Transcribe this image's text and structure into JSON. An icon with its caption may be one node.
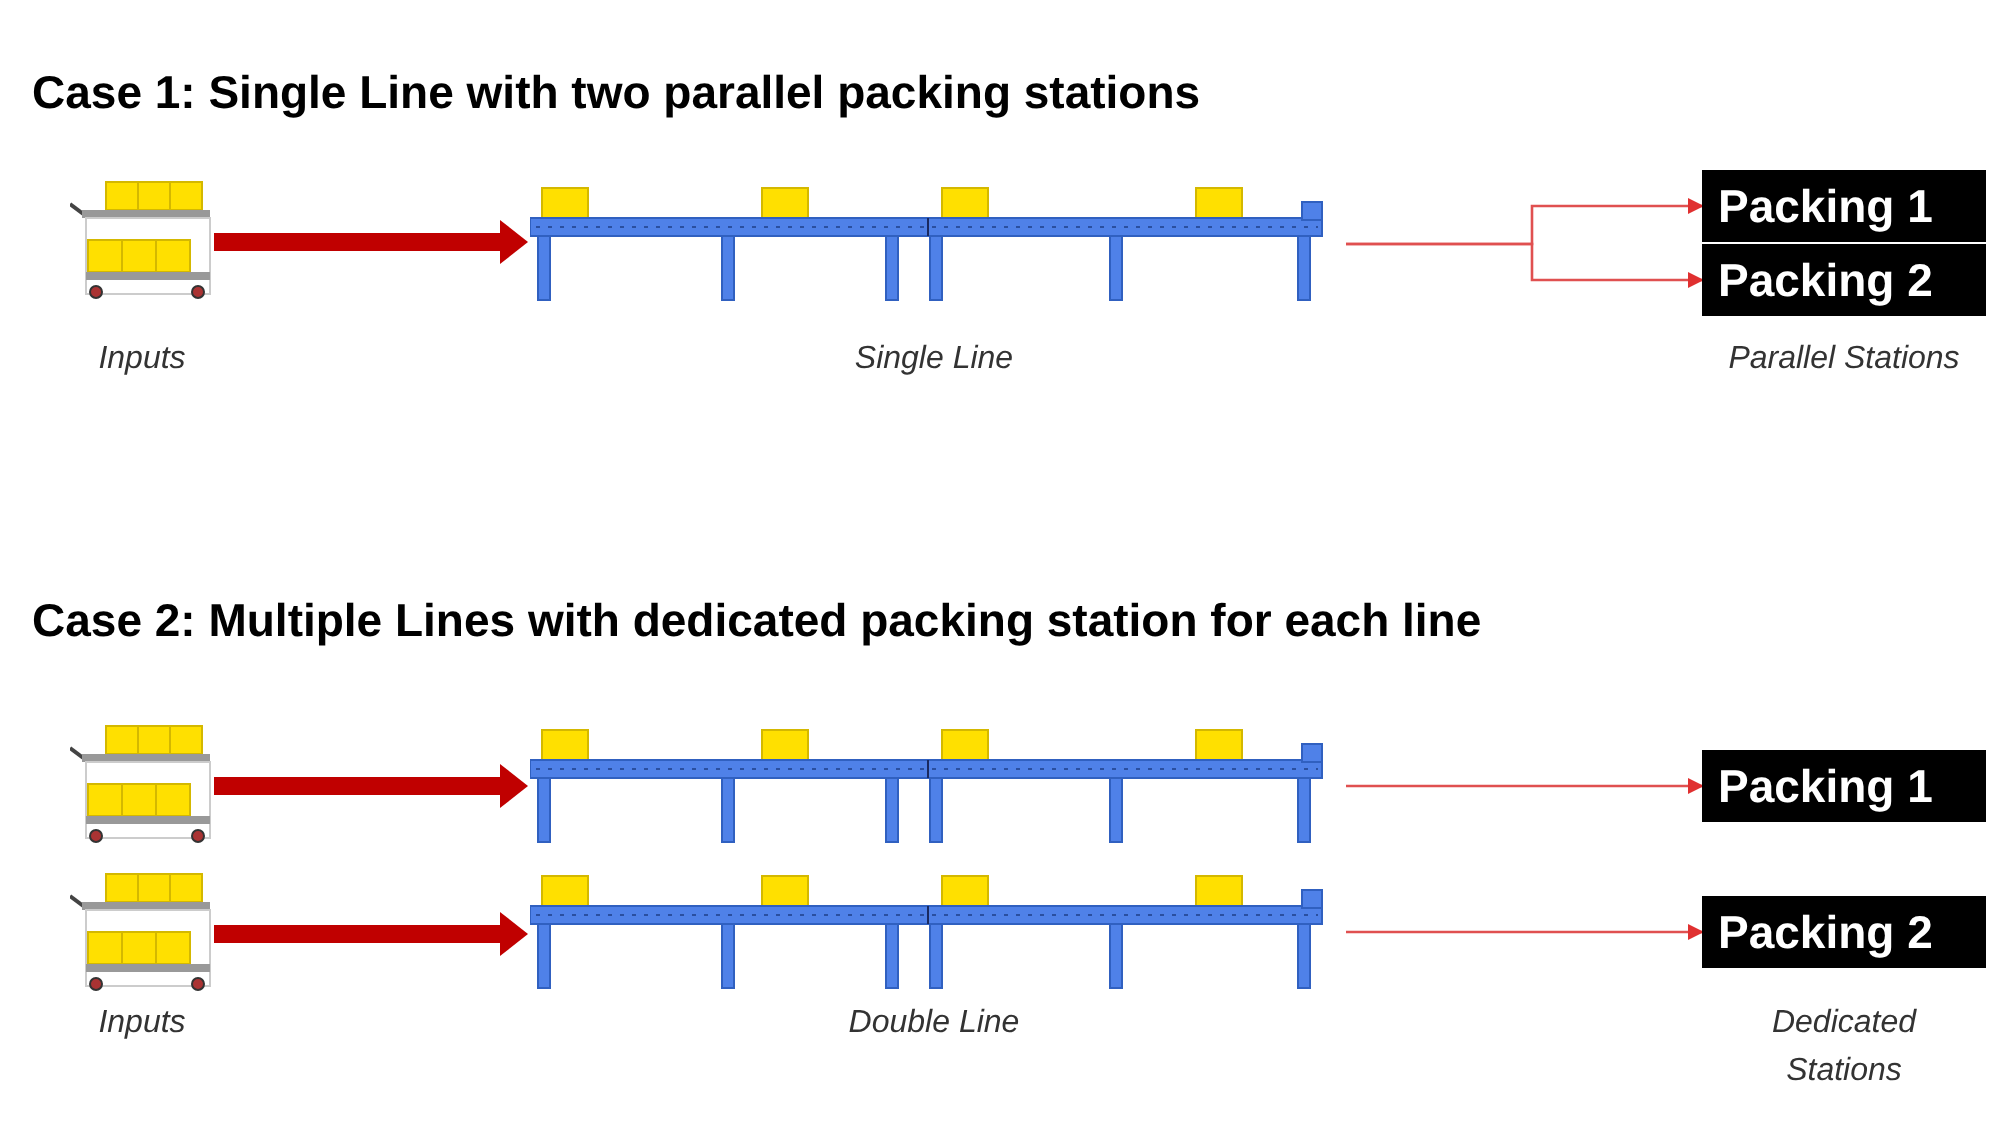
{
  "diagram": {
    "nodes": [
      {
        "text": [],
        "shape": "picture",
        "beside": [
          "Inputs"
        ]
      },
      {
        "text": [],
        "shape": "picture",
        "beside": [
          "Single Line"
        ]
      },
      {
        "text": [
          "Packing 1"
        ]
      },
      {
        "text": [
          "Packing 2"
        ],
        "beside": [
          "Parallel Stations"
        ]
      },
      {
        "text": [],
        "shape": "picture"
      },
      {
        "text": [],
        "shape": "picture",
        "beside": [
          "Inputs"
        ]
      },
      {
        "text": [],
        "shape": "picture"
      },
      {
        "text": [],
        "shape": "picture",
        "beside": [
          "Double Line"
        ]
      },
      {
        "text": [
          "Packing 1"
        ]
      },
      {
        "text": [
          "Packing 2"
        ],
        "beside": [
          "Dedicated Stations"
        ]
      }
    ],
    "edges": [
      {
        "from": 0,
        "to": 1,
        "arrow": "to",
        "style": "thick"
      },
      {
        "from": 1,
        "to": 2,
        "arrow": "to"
      },
      {
        "from": 1,
        "to": 3,
        "arrow": "to"
      },
      {
        "from": 4,
        "to": 6,
        "arrow": "to",
        "style": "thick"
      },
      {
        "from": 5,
        "to": 7,
        "arrow": "to",
        "style": "thick"
      },
      {
        "from": 6,
        "to": 8,
        "arrow": "to"
      },
      {
        "from": 7,
        "to": 9,
        "arrow": "to"
      }
    ],
    "labels": [
      "Case 1: Single Line with two parallel packing stations",
      "Case 2: Multiple Lines with dedicated packing station for each line"
    ]
  }
}
